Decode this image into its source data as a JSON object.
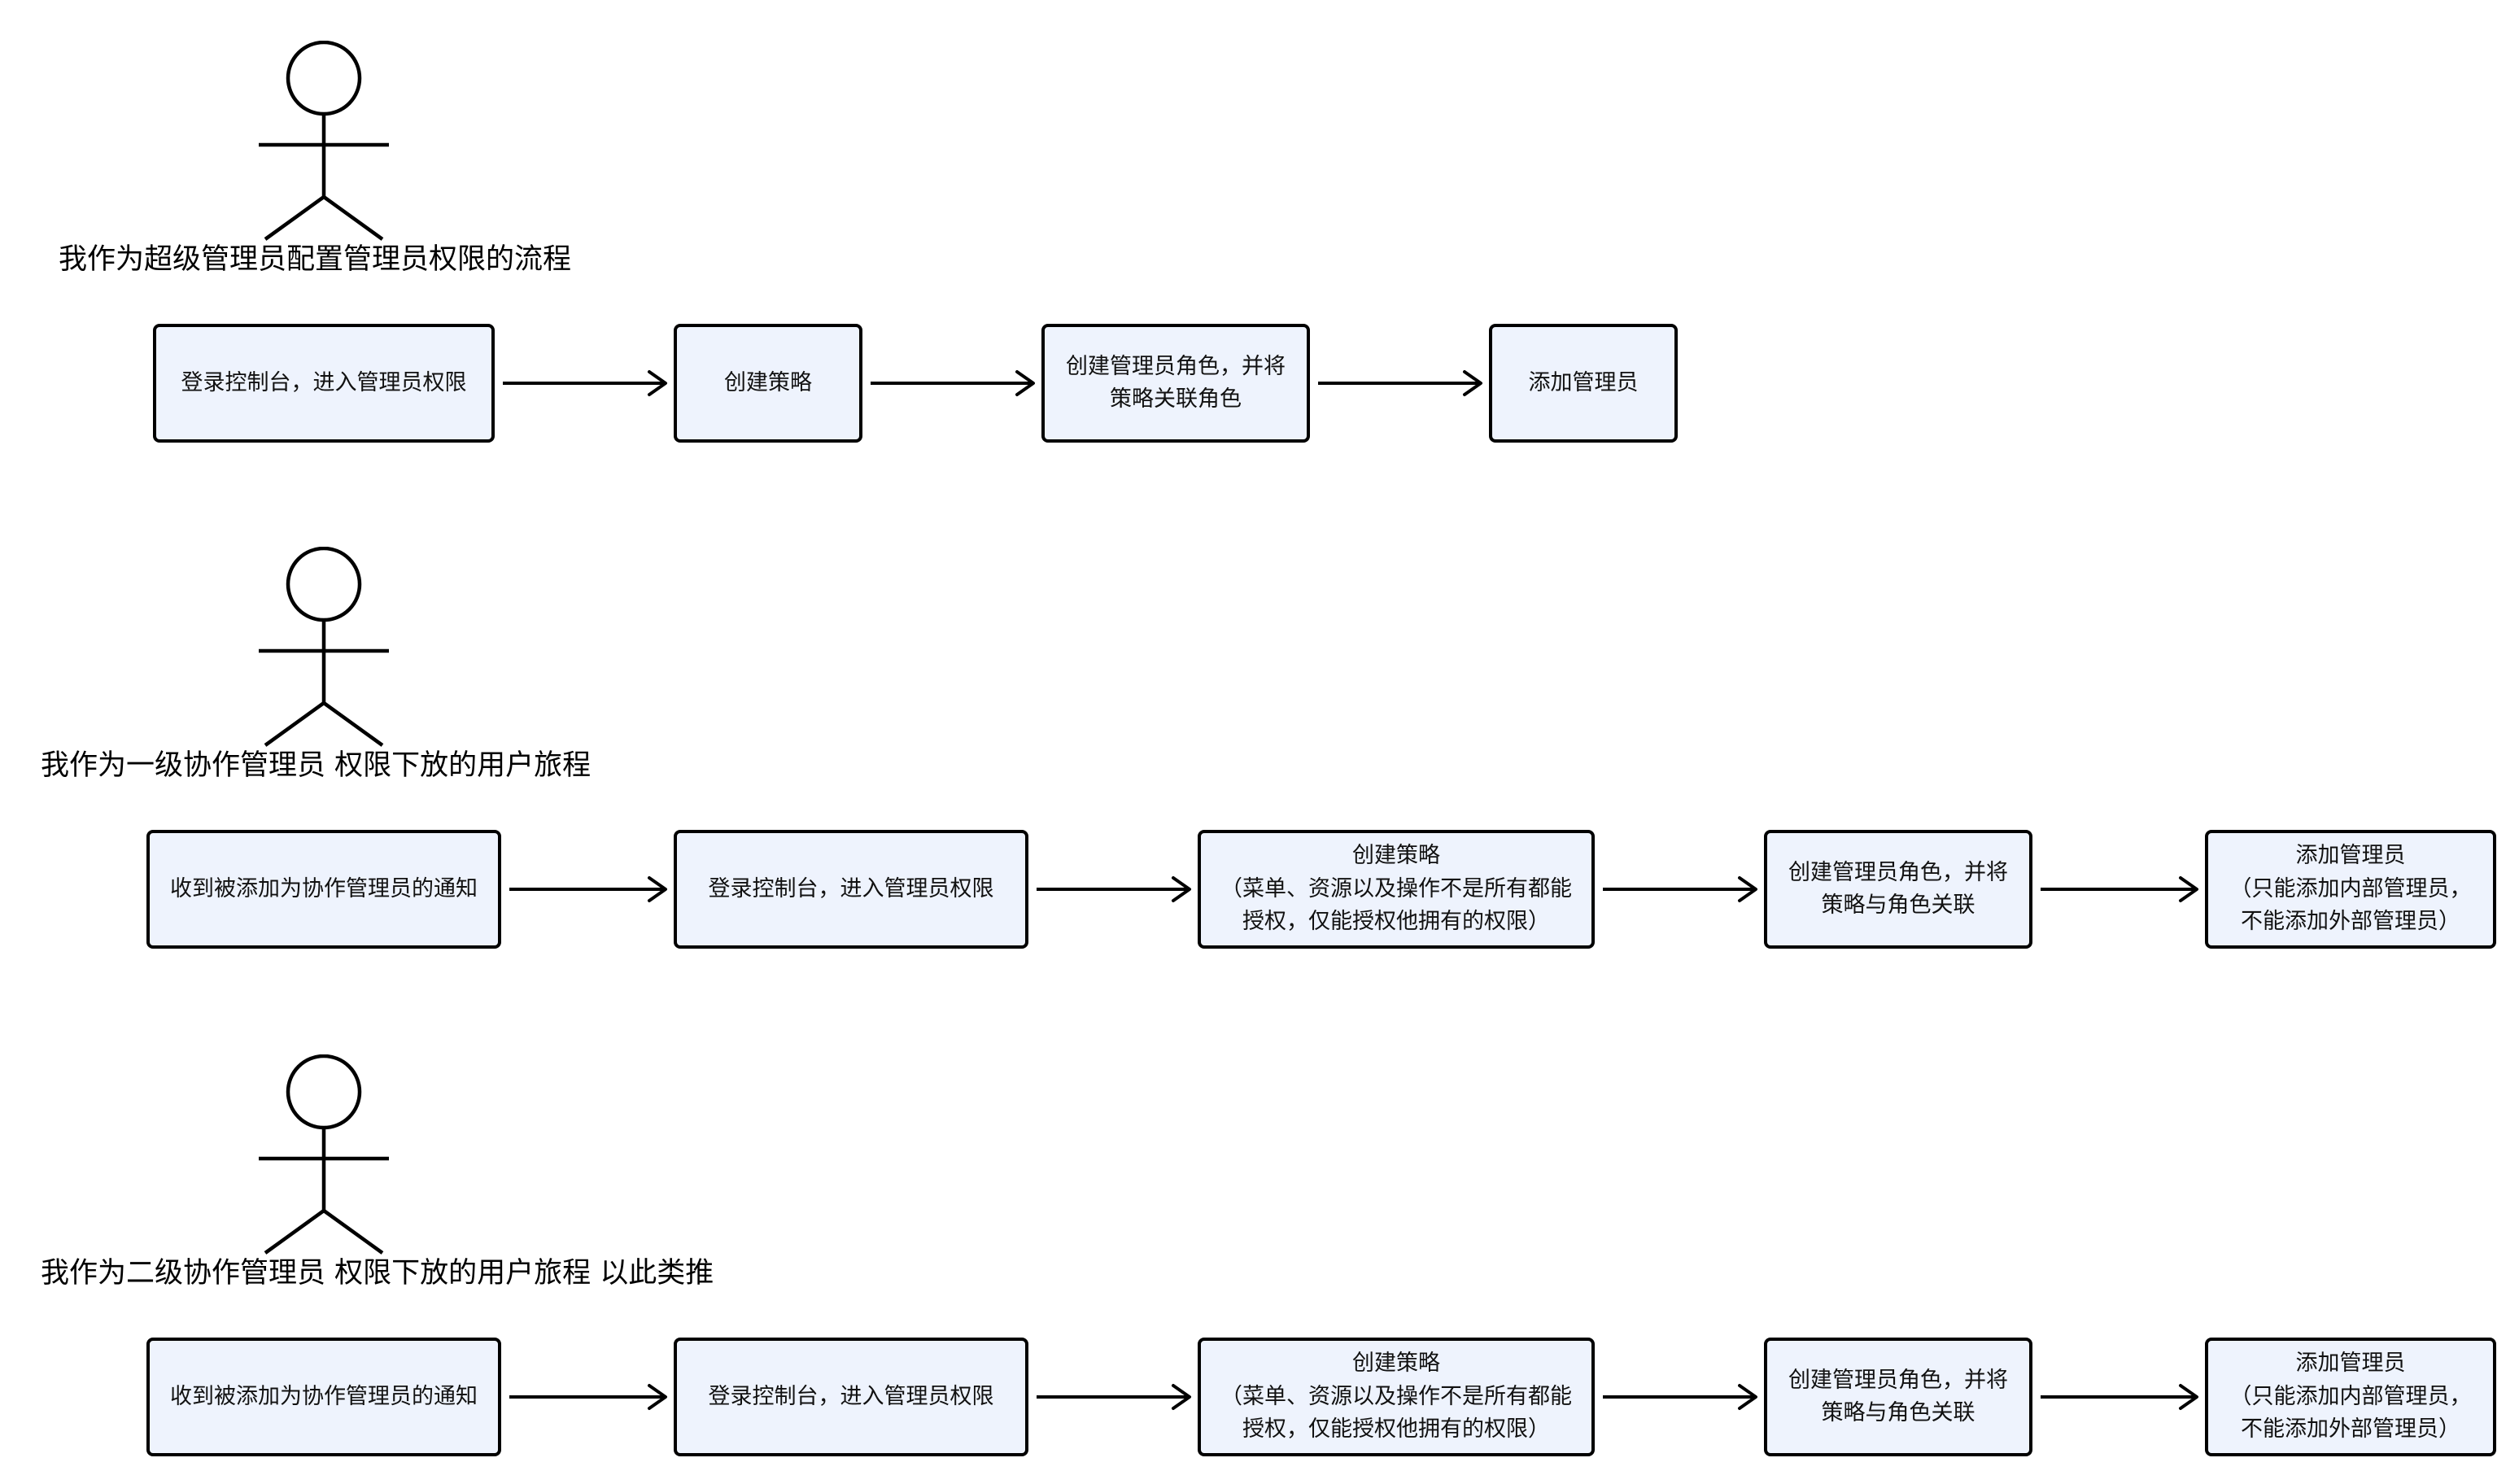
{
  "colors": {
    "node_fill": "#eef3fd",
    "node_border": "#000000",
    "line": "#000000",
    "text": "#111111"
  },
  "flows": [
    {
      "actor_label": "我作为超级管理员配置管理员权限的流程",
      "steps": [
        {
          "lines": [
            "登录控制台，进入管理员权限"
          ]
        },
        {
          "lines": [
            "创建策略"
          ]
        },
        {
          "lines": [
            "创建管理员角色，并将",
            "策略关联角色"
          ]
        },
        {
          "lines": [
            "添加管理员"
          ]
        }
      ]
    },
    {
      "actor_label": "我作为一级协作管理员 权限下放的用户旅程",
      "steps": [
        {
          "lines": [
            "收到被添加为协作管理员的通知"
          ]
        },
        {
          "lines": [
            "登录控制台，进入管理员权限"
          ]
        },
        {
          "lines": [
            "创建策略",
            "（菜单、资源以及操作不是所有都能",
            "授权，仅能授权他拥有的权限）"
          ]
        },
        {
          "lines": [
            "创建管理员角色，并将",
            "策略与角色关联"
          ]
        },
        {
          "lines": [
            "添加管理员",
            "（只能添加内部管理员，",
            "不能添加外部管理员）"
          ]
        }
      ]
    },
    {
      "actor_label": "我作为二级协作管理员 权限下放的用户旅程  以此类推",
      "steps": [
        {
          "lines": [
            "收到被添加为协作管理员的通知"
          ]
        },
        {
          "lines": [
            "登录控制台，进入管理员权限"
          ]
        },
        {
          "lines": [
            "创建策略",
            "（菜单、资源以及操作不是所有都能",
            "授权，仅能授权他拥有的权限）"
          ]
        },
        {
          "lines": [
            "创建管理员角色，并将",
            "策略与角色关联"
          ]
        },
        {
          "lines": [
            "添加管理员",
            "（只能添加内部管理员，",
            "不能添加外部管理员）"
          ]
        }
      ]
    }
  ]
}
